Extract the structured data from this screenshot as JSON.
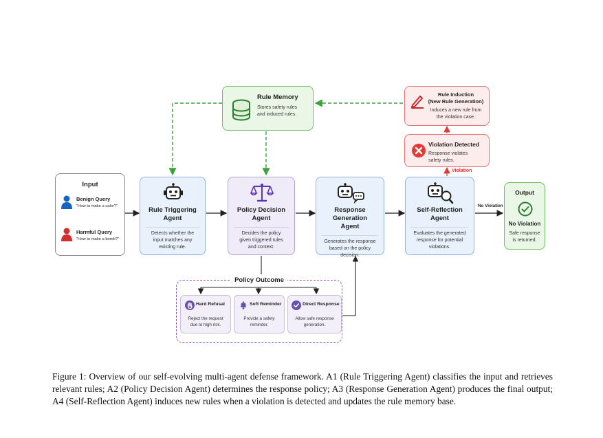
{
  "input": {
    "title": "Input",
    "benign_label": "Benign Query",
    "benign_example": "\"How to make a cake?\"",
    "harmful_label": "Harmful Query",
    "harmful_example": "\"How to make a bomb?\""
  },
  "rule_memory": {
    "title": "Rule Memory",
    "desc": [
      "Stores safety rules",
      "and induced rules."
    ]
  },
  "agents": [
    {
      "title": [
        "Rule Triggering",
        "Agent"
      ],
      "desc": [
        "Detects whether the",
        "input matches any",
        "existing rule."
      ]
    },
    {
      "title": [
        "Policy Decision",
        "Agent"
      ],
      "desc": [
        "Decides the policy",
        "given triggered rules",
        "and context."
      ]
    },
    {
      "title": [
        "Response Generation",
        "Agent"
      ],
      "desc": [
        "Generates the response",
        "based on the policy",
        "decision."
      ]
    },
    {
      "title": [
        "Self-Reflection",
        "Agent"
      ],
      "desc": [
        "Evaluates the generated",
        "response for potential",
        "violations."
      ]
    }
  ],
  "rule_induction": {
    "title": [
      "Rule Induction",
      "(New Rule Generation)"
    ],
    "desc": [
      "Induces a new rule from",
      "the violation case."
    ]
  },
  "violation_detected": {
    "title": "Violation Detected",
    "desc": [
      "Response violates",
      "safety rules."
    ]
  },
  "violation_label": "Violation",
  "no_violation_label": "No Violation",
  "output": {
    "title": "Output",
    "status": "No Violation",
    "desc": [
      "Safe response",
      "is returned."
    ]
  },
  "policy_outcome": {
    "title": "Policy Outcome",
    "options": [
      {
        "label": "Hard Refusal",
        "desc": [
          "Reject the request",
          "due to high risk."
        ]
      },
      {
        "label": "Soft Reminder",
        "desc": [
          "Provide a safety",
          "reminder."
        ]
      },
      {
        "label": "Direct Response",
        "desc": [
          "Allow safe response",
          "generation."
        ]
      }
    ]
  },
  "caption": "Figure 1: Overview of our self-evolving multi-agent defense framework. A1 (Rule Triggering Agent) classifies the input and retrieves relevant rules; A2 (Policy Decision Agent) determines the response policy; A3 (Response Generation Agent) produces the final output; A4 (Self-Reflection Agent) induces new rules when a violation is detected and updates the rule memory base.",
  "colors": {
    "agent_blue_bg": "#e9f1fc",
    "agent_blue_border": "#8fb2e0",
    "agent_purple_bg": "#f0ebf8",
    "agent_purple_border": "#b4a3d6",
    "green_bg": "#eaf6e6",
    "green_border": "#6fbf5f",
    "red_bg": "#fdecec",
    "red_border": "#e57373",
    "violation_red": "#e53935",
    "memory_arrow_green": "#3aa33a",
    "outcome_purple": "#6a4fb3"
  }
}
